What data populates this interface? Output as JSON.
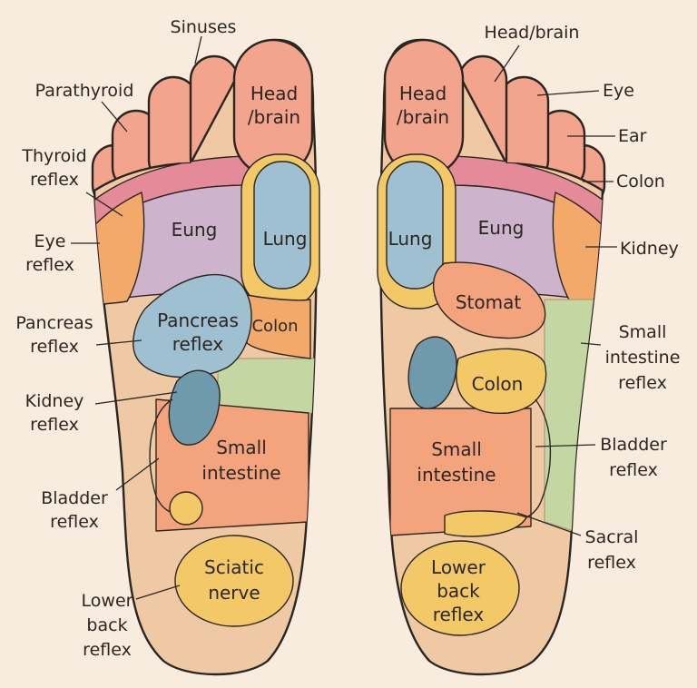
{
  "colors": {
    "background": "#f7ecdd",
    "skin": "#efc9a4",
    "toe": "#f2a48c",
    "pink_band": "#e58a98",
    "lung_purple": "#cdb3cc",
    "blue": "#9fc0d0",
    "kidney_blue": "#6f9aab",
    "orange": "#f3a96a",
    "yellow": "#f3c866",
    "salmon": "#f3a47c",
    "green": "#c4d6a2",
    "outline": "#2b2622"
  },
  "left_foot": {
    "zones": {
      "head": [
        "Head",
        "/brain"
      ],
      "lung_medial": [
        "Lung"
      ],
      "lung_central": [
        "Eung"
      ],
      "pancreas": [
        "Pancreas",
        "reflex"
      ],
      "colon": [
        "Colon"
      ],
      "small_intestine": [
        "Small",
        "intestine"
      ],
      "sciatic": [
        "Sciatic",
        "nerve"
      ]
    },
    "callouts": {
      "sinuses": [
        "Sinuses"
      ],
      "parathyroid": [
        "Parathyroid"
      ],
      "thyroid": [
        "Thyroid",
        "reflex"
      ],
      "eye": [
        "Eye",
        "reflex"
      ],
      "pancreas": [
        "Pancreas",
        "reflex"
      ],
      "kidney": [
        "Kidney",
        "reflex"
      ],
      "bladder": [
        "Bladder",
        "reflex"
      ],
      "lower_back": [
        "Lower",
        "back",
        "reflex"
      ]
    }
  },
  "right_foot": {
    "zones": {
      "head": [
        "Head",
        "/brain"
      ],
      "lung_medial": [
        "Lung"
      ],
      "lung_central": [
        "Eung"
      ],
      "stomach": [
        "Stomat"
      ],
      "colon": [
        "Colon"
      ],
      "small_intestine": [
        "Small",
        "intestine"
      ],
      "lower_back": [
        "Lower",
        "back",
        "reflex"
      ]
    },
    "callouts": {
      "head": [
        "Head/brain"
      ],
      "eye": [
        "Eye"
      ],
      "ear": [
        "Ear"
      ],
      "colon": [
        "Colon"
      ],
      "kidney": [
        "Kidney"
      ],
      "small_intestine": [
        "Small",
        "intestine",
        "reflex"
      ],
      "bladder": [
        "Bladder",
        "reflex"
      ],
      "sacral": [
        "Sacral",
        "reflex"
      ]
    }
  }
}
